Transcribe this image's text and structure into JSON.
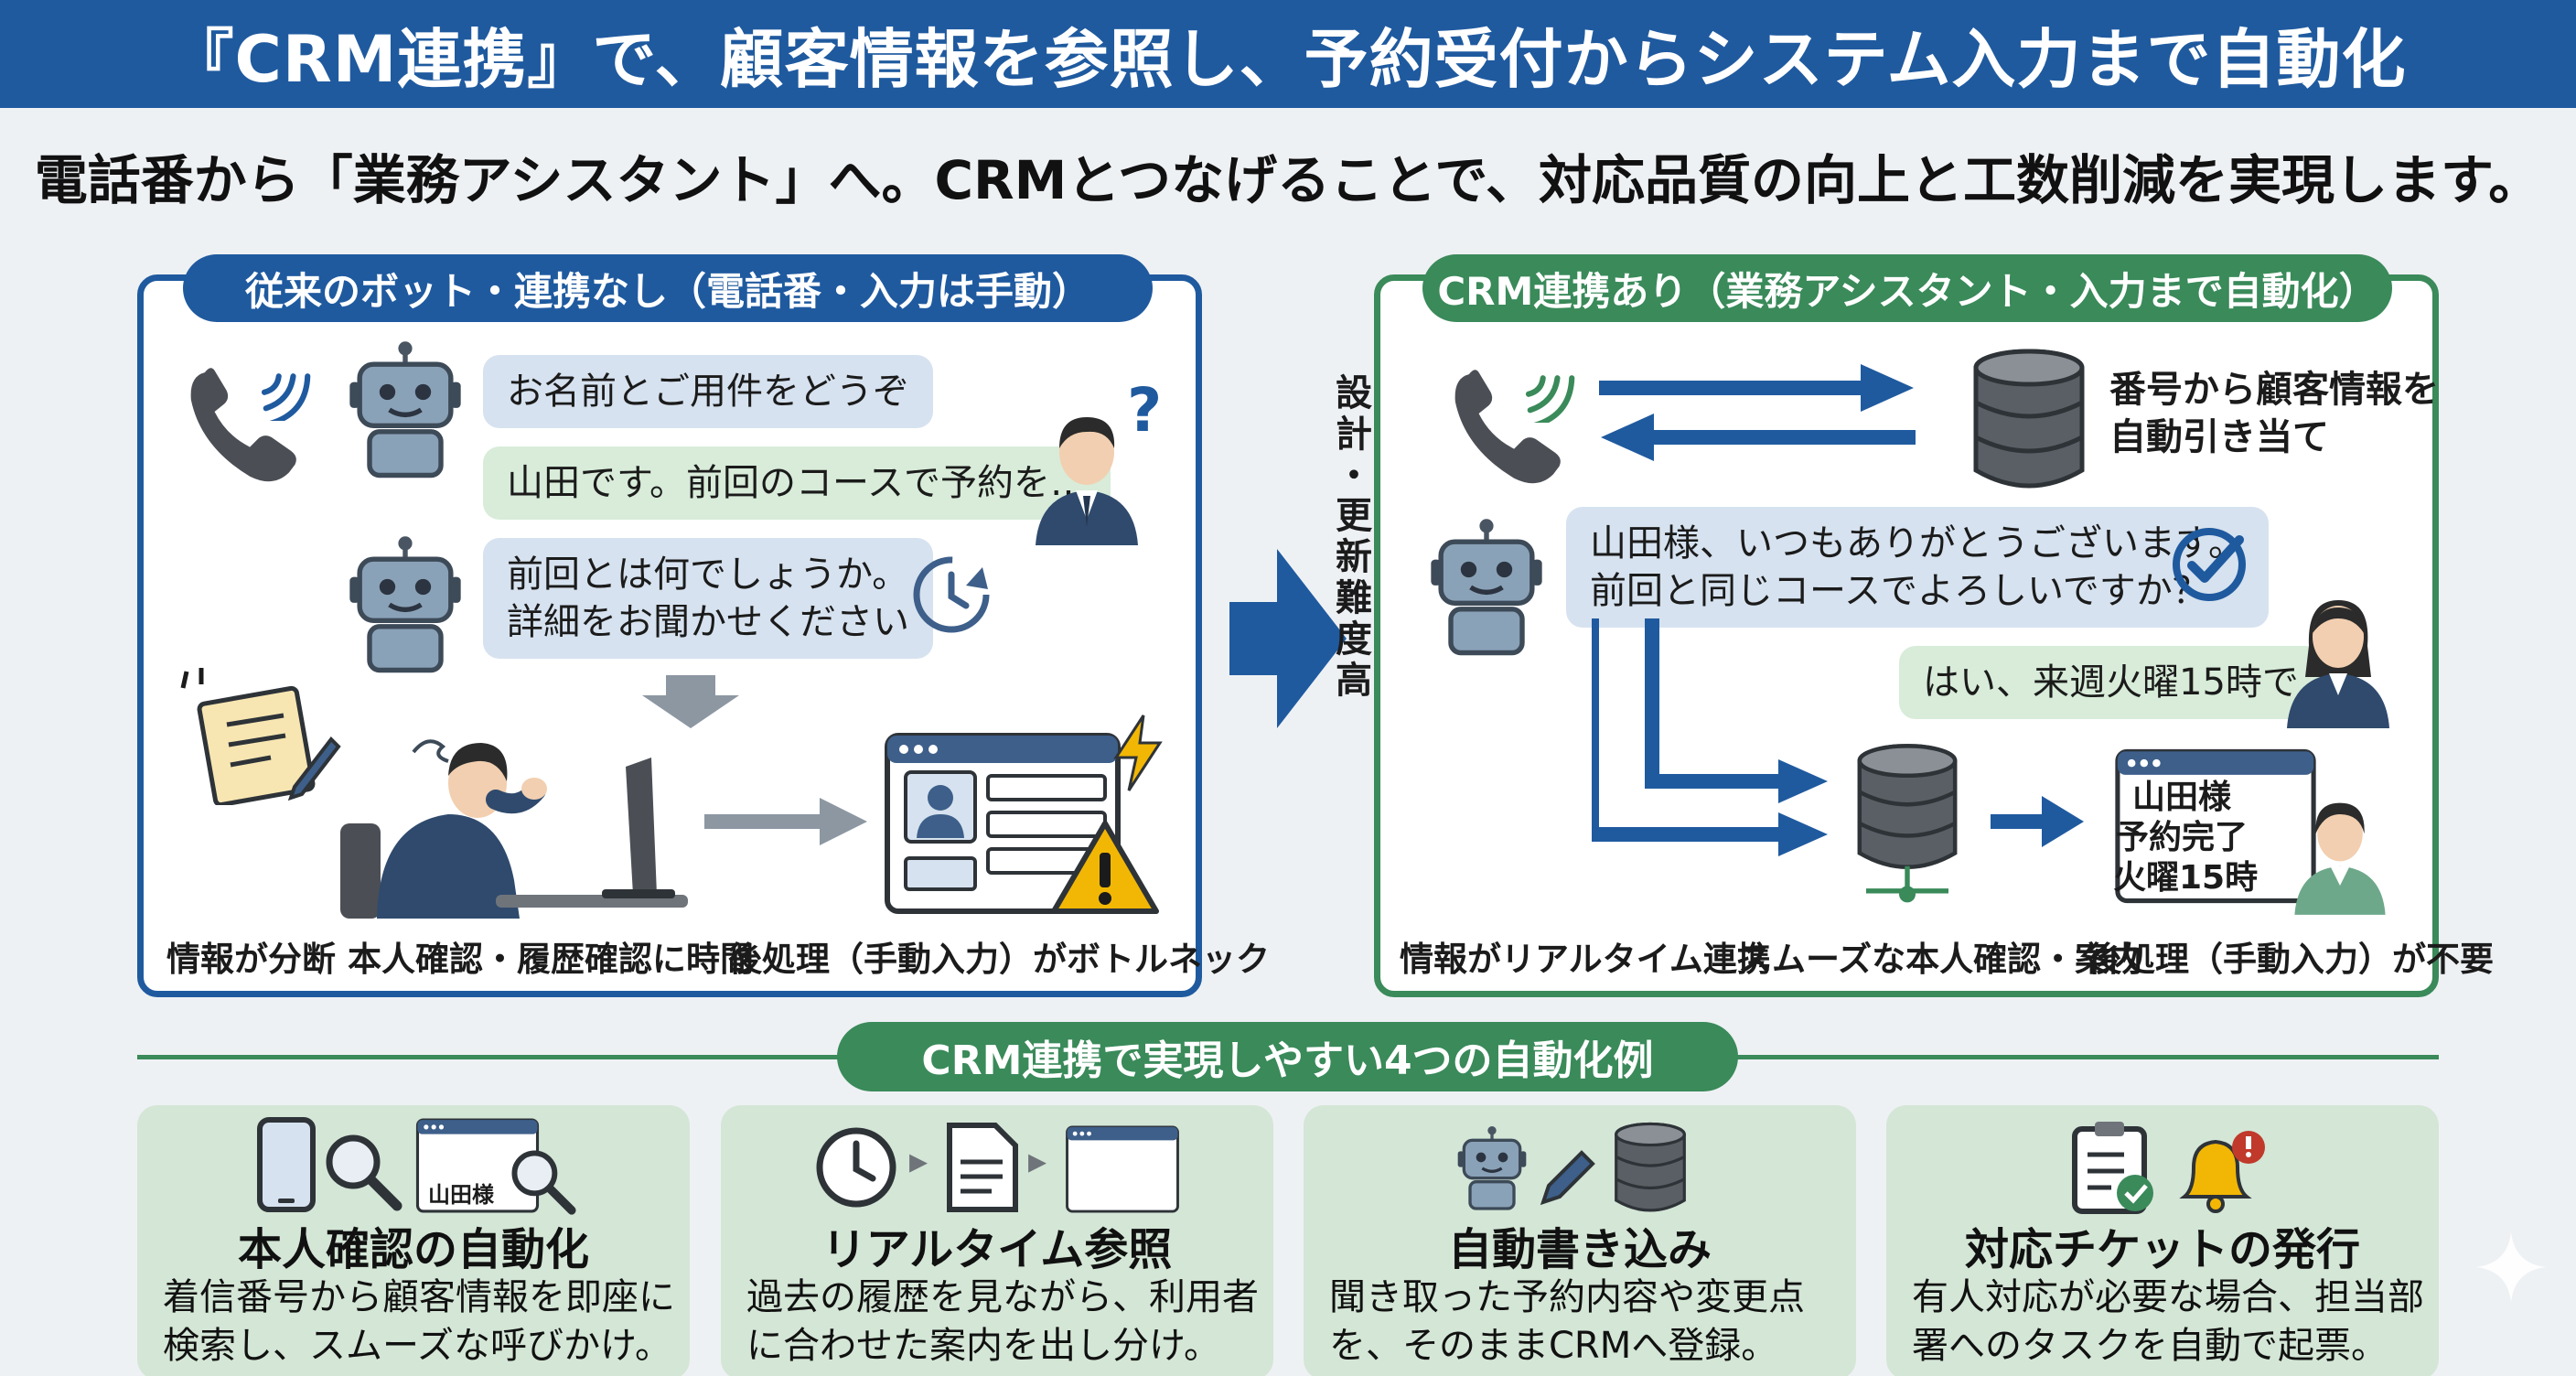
{
  "header": {
    "title": "『CRM連携』で、顧客情報を参照し、予約受付からシステム入力まで自動化"
  },
  "subtitle": "電話番から「業務アシスタント」へ。CRMとつなげることで、対応品質の向上と工数削減を実現します。",
  "left_panel": {
    "label": "従来のボット・連携なし（電話番・入力は手動）",
    "bubbles": [
      "お名前とご用件をどうぞ",
      "山田です。前回のコースで予約を…",
      "前回とは何でしょうか。",
      "詳細をお聞かせください"
    ],
    "captions": [
      "情報が分断",
      "本人確認・履歴確認に時間",
      "後処理（手動入力）がボトルネック"
    ]
  },
  "side_note": [
    "設",
    "計",
    "・",
    "更",
    "新",
    "難",
    "度",
    "高"
  ],
  "right_panel": {
    "label": "CRM連携あり（業務アシスタント・入力まで自動化）",
    "db_note": [
      "番号から顧客情報を",
      "自動引き当て"
    ],
    "bubbles": [
      "山田様、いつもありがとうございます。",
      "前回と同じコースでよろしいですか？",
      "はい、来週火曜15時で"
    ],
    "screen": [
      "山田様",
      "予約完了",
      "火曜15時"
    ],
    "captions": [
      "情報がリアルタイム連携",
      "スムーズな本人確認・案内",
      "後処理（手動入力）が不要"
    ]
  },
  "examples_heading": "CRM連携で実現しやすい4つの自動化例",
  "examples": [
    {
      "title": "本人確認の自動化",
      "icon_label": "山田様",
      "desc": [
        "着信番号から顧客情報を即座に",
        "検索し、スムーズな呼びかけ。"
      ]
    },
    {
      "title": "リアルタイム参照",
      "desc": [
        "過去の履歴を見ながら、利用者",
        "に合わせた案内を出し分け。"
      ]
    },
    {
      "title": "自動書き込み",
      "desc": [
        "聞き取った予約内容や変更点",
        "を、そのままCRMへ登録。"
      ]
    },
    {
      "title": "対応チケットの発行",
      "desc": [
        "有人対応が必要な場合、担当部",
        "署へのタスクを自動で起票。"
      ]
    }
  ],
  "colors": {
    "blue": "#1f5a9f",
    "green": "#3a8a5a",
    "bubble_blue": "#d6e2ef",
    "bubble_green": "#d8ecd9",
    "card_green": "#d4e6d6"
  }
}
